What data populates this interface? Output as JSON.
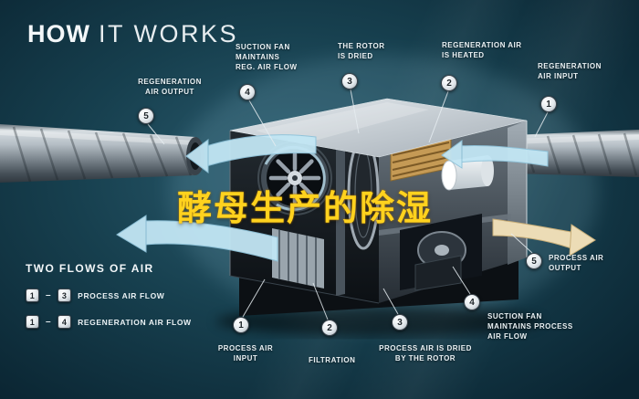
{
  "title": {
    "part1": "HOW",
    "part2": "IT WORKS"
  },
  "watermark": {
    "text": "酵母生产的除湿"
  },
  "callouts_top": [
    {
      "num": "5",
      "label": "REGENERATION\nAIR OUTPUT"
    },
    {
      "num": "4",
      "label": "SUCTION FAN\nMAINTAINS\nREG. AIR FLOW"
    },
    {
      "num": "3",
      "label": "THE ROTOR\nIS DRIED"
    },
    {
      "num": "2",
      "label": "REGENERATION AIR\nIS HEATED"
    },
    {
      "num": "1",
      "label": "REGENERATION\nAIR INPUT"
    }
  ],
  "callouts_bottom": [
    {
      "num": "1",
      "label": "PROCESS AIR\nINPUT"
    },
    {
      "num": "2",
      "label": "FILTRATION"
    },
    {
      "num": "3",
      "label": "PROCESS AIR IS DRIED\nBY THE ROTOR"
    },
    {
      "num": "4",
      "label": "SUCTION FAN\nMAINTAINS PROCESS\nAIR FLOW"
    },
    {
      "num": "5",
      "label": "PROCESS AIR\nOUTPUT"
    }
  ],
  "legend": {
    "title": "TWO FLOWS OF AIR",
    "separator": "–",
    "rows": [
      {
        "from": "1",
        "to": "3",
        "label": "PROCESS AIR FLOW"
      },
      {
        "from": "1",
        "to": "4",
        "label": "REGENERATION AIR FLOW"
      }
    ]
  },
  "colors": {
    "background": "#17404f",
    "accent_yellow": "#ffd21e",
    "flow_blue": "#c2e6f4",
    "flow_cream": "#ecdcb6",
    "heater_orange": "#c59a55"
  }
}
